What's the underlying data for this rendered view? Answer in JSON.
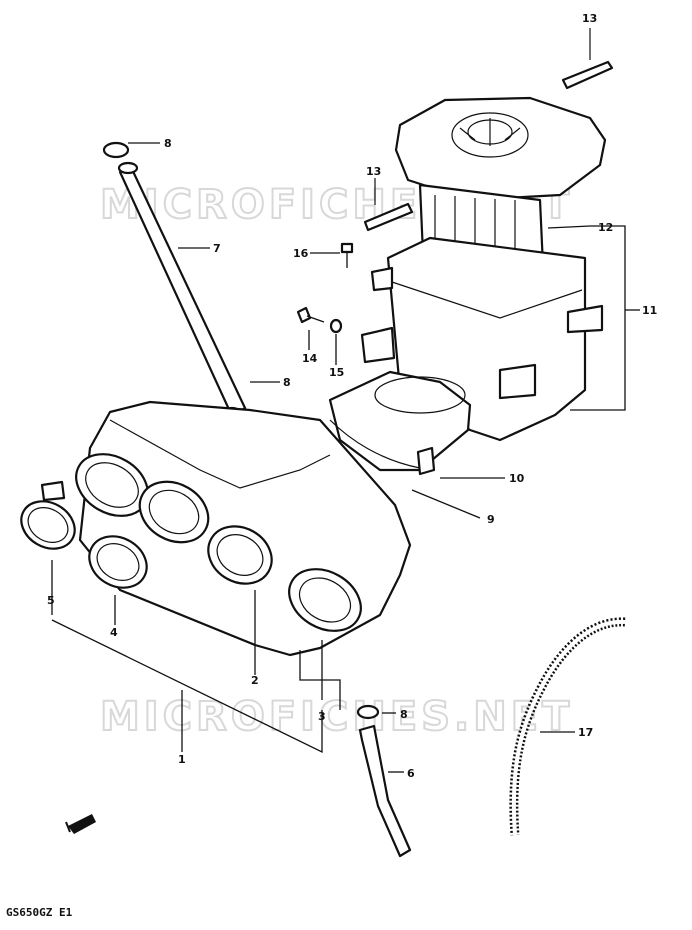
{
  "watermark": {
    "text": "MICROFICHES.NET"
  },
  "footer": {
    "model_code": "GS650GZ E1"
  },
  "callouts": {
    "c1": "1",
    "c2": "2",
    "c3": "3",
    "c4": "4",
    "c5": "5",
    "c6": "6",
    "c7": "7",
    "c8a": "8",
    "c8b": "8",
    "c8c": "8",
    "c9": "9",
    "c10": "10",
    "c11": "11",
    "c12": "12",
    "c13a": "13",
    "c13b": "13",
    "c14": "14",
    "c15": "15",
    "c16": "16",
    "c17": "17"
  },
  "icons": {
    "direction_arrow": "front-arrow-icon"
  }
}
